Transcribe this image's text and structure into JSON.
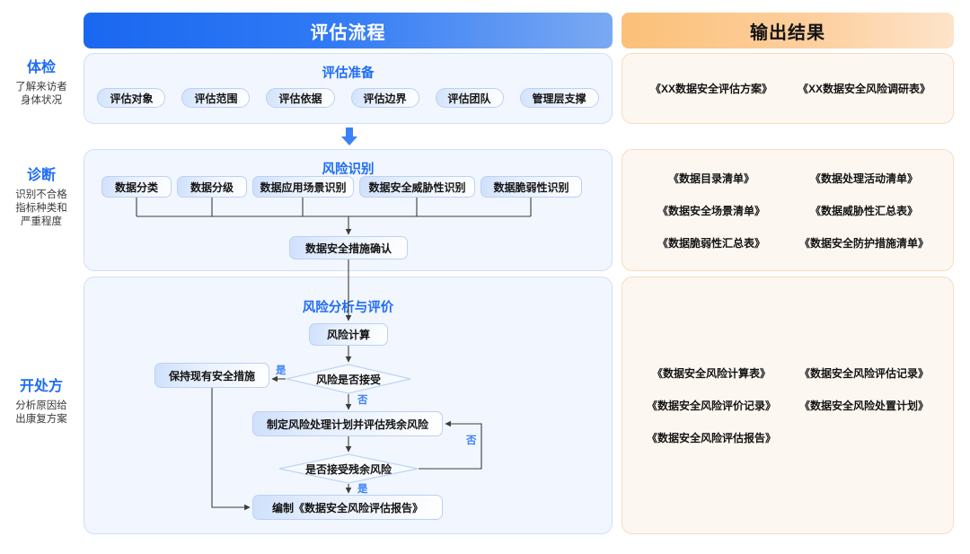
{
  "headers": {
    "flow": "评估流程",
    "output": "输出结果"
  },
  "stages": [
    {
      "title": "体检",
      "desc_line1": "了解来访者",
      "desc_line2": "身体状况"
    },
    {
      "title": "诊断",
      "desc_line1": "识别不合格",
      "desc_line2": "指标种类和",
      "desc_line3": "严重程度"
    },
    {
      "title": "开处方",
      "desc_line1": "分析原因给",
      "desc_line2": "出康复方案"
    }
  ],
  "section1": {
    "title": "评估准备",
    "pills": [
      "评估对象",
      "评估范围",
      "评估依据",
      "评估边界",
      "评估团队",
      "管理层支撑"
    ]
  },
  "section2": {
    "title": "风险识别",
    "nodes": [
      "数据分类",
      "数据分级",
      "数据应用场景识别",
      "数据安全威胁性识别",
      "数据脆弱性识别"
    ],
    "confirm_node": "数据安全措施确认"
  },
  "section3": {
    "title": "风险分析与评价",
    "node_calc": "风险计算",
    "decision_accept": "风险是否接受",
    "node_keep": "保持现有安全措施",
    "node_plan": "制定风险处理计划并评估残余风险",
    "decision_residual": "是否接受残余风险",
    "node_report": "编制《数据安全风险评估报告》",
    "label_yes": "是",
    "label_no": "否",
    "label_no2": "否",
    "label_yes2": "是"
  },
  "outputs": {
    "row1": [
      "《XX数据安全评估方案》",
      "《XX数据安全风险调研表》"
    ],
    "row2": [
      "《数据目录清单》",
      "《数据处理活动清单》",
      "《数据安全场景清单》",
      "《数据威胁性汇总表》",
      "《数据脆弱性汇总表》",
      "《数据安全防护措施清单》"
    ],
    "row3": [
      "《数据安全风险计算表》",
      "《数据安全风险评估记录》",
      "《数据安全风险评价记录》",
      "《数据安全风险处置计划》",
      "《数据安全风险评估报告》",
      ""
    ]
  },
  "colors": {
    "brand_blue": "#1f6df5",
    "header_blue_start": "#1a68f0",
    "header_blue_end": "#7aa9f2",
    "header_orange_start": "#fbc078",
    "header_orange_end": "#fde4cb",
    "panel_blue_bg": "#f2f6fe",
    "panel_orange_bg": "#fdf7f1",
    "line_gray": "#4a4a4a"
  }
}
